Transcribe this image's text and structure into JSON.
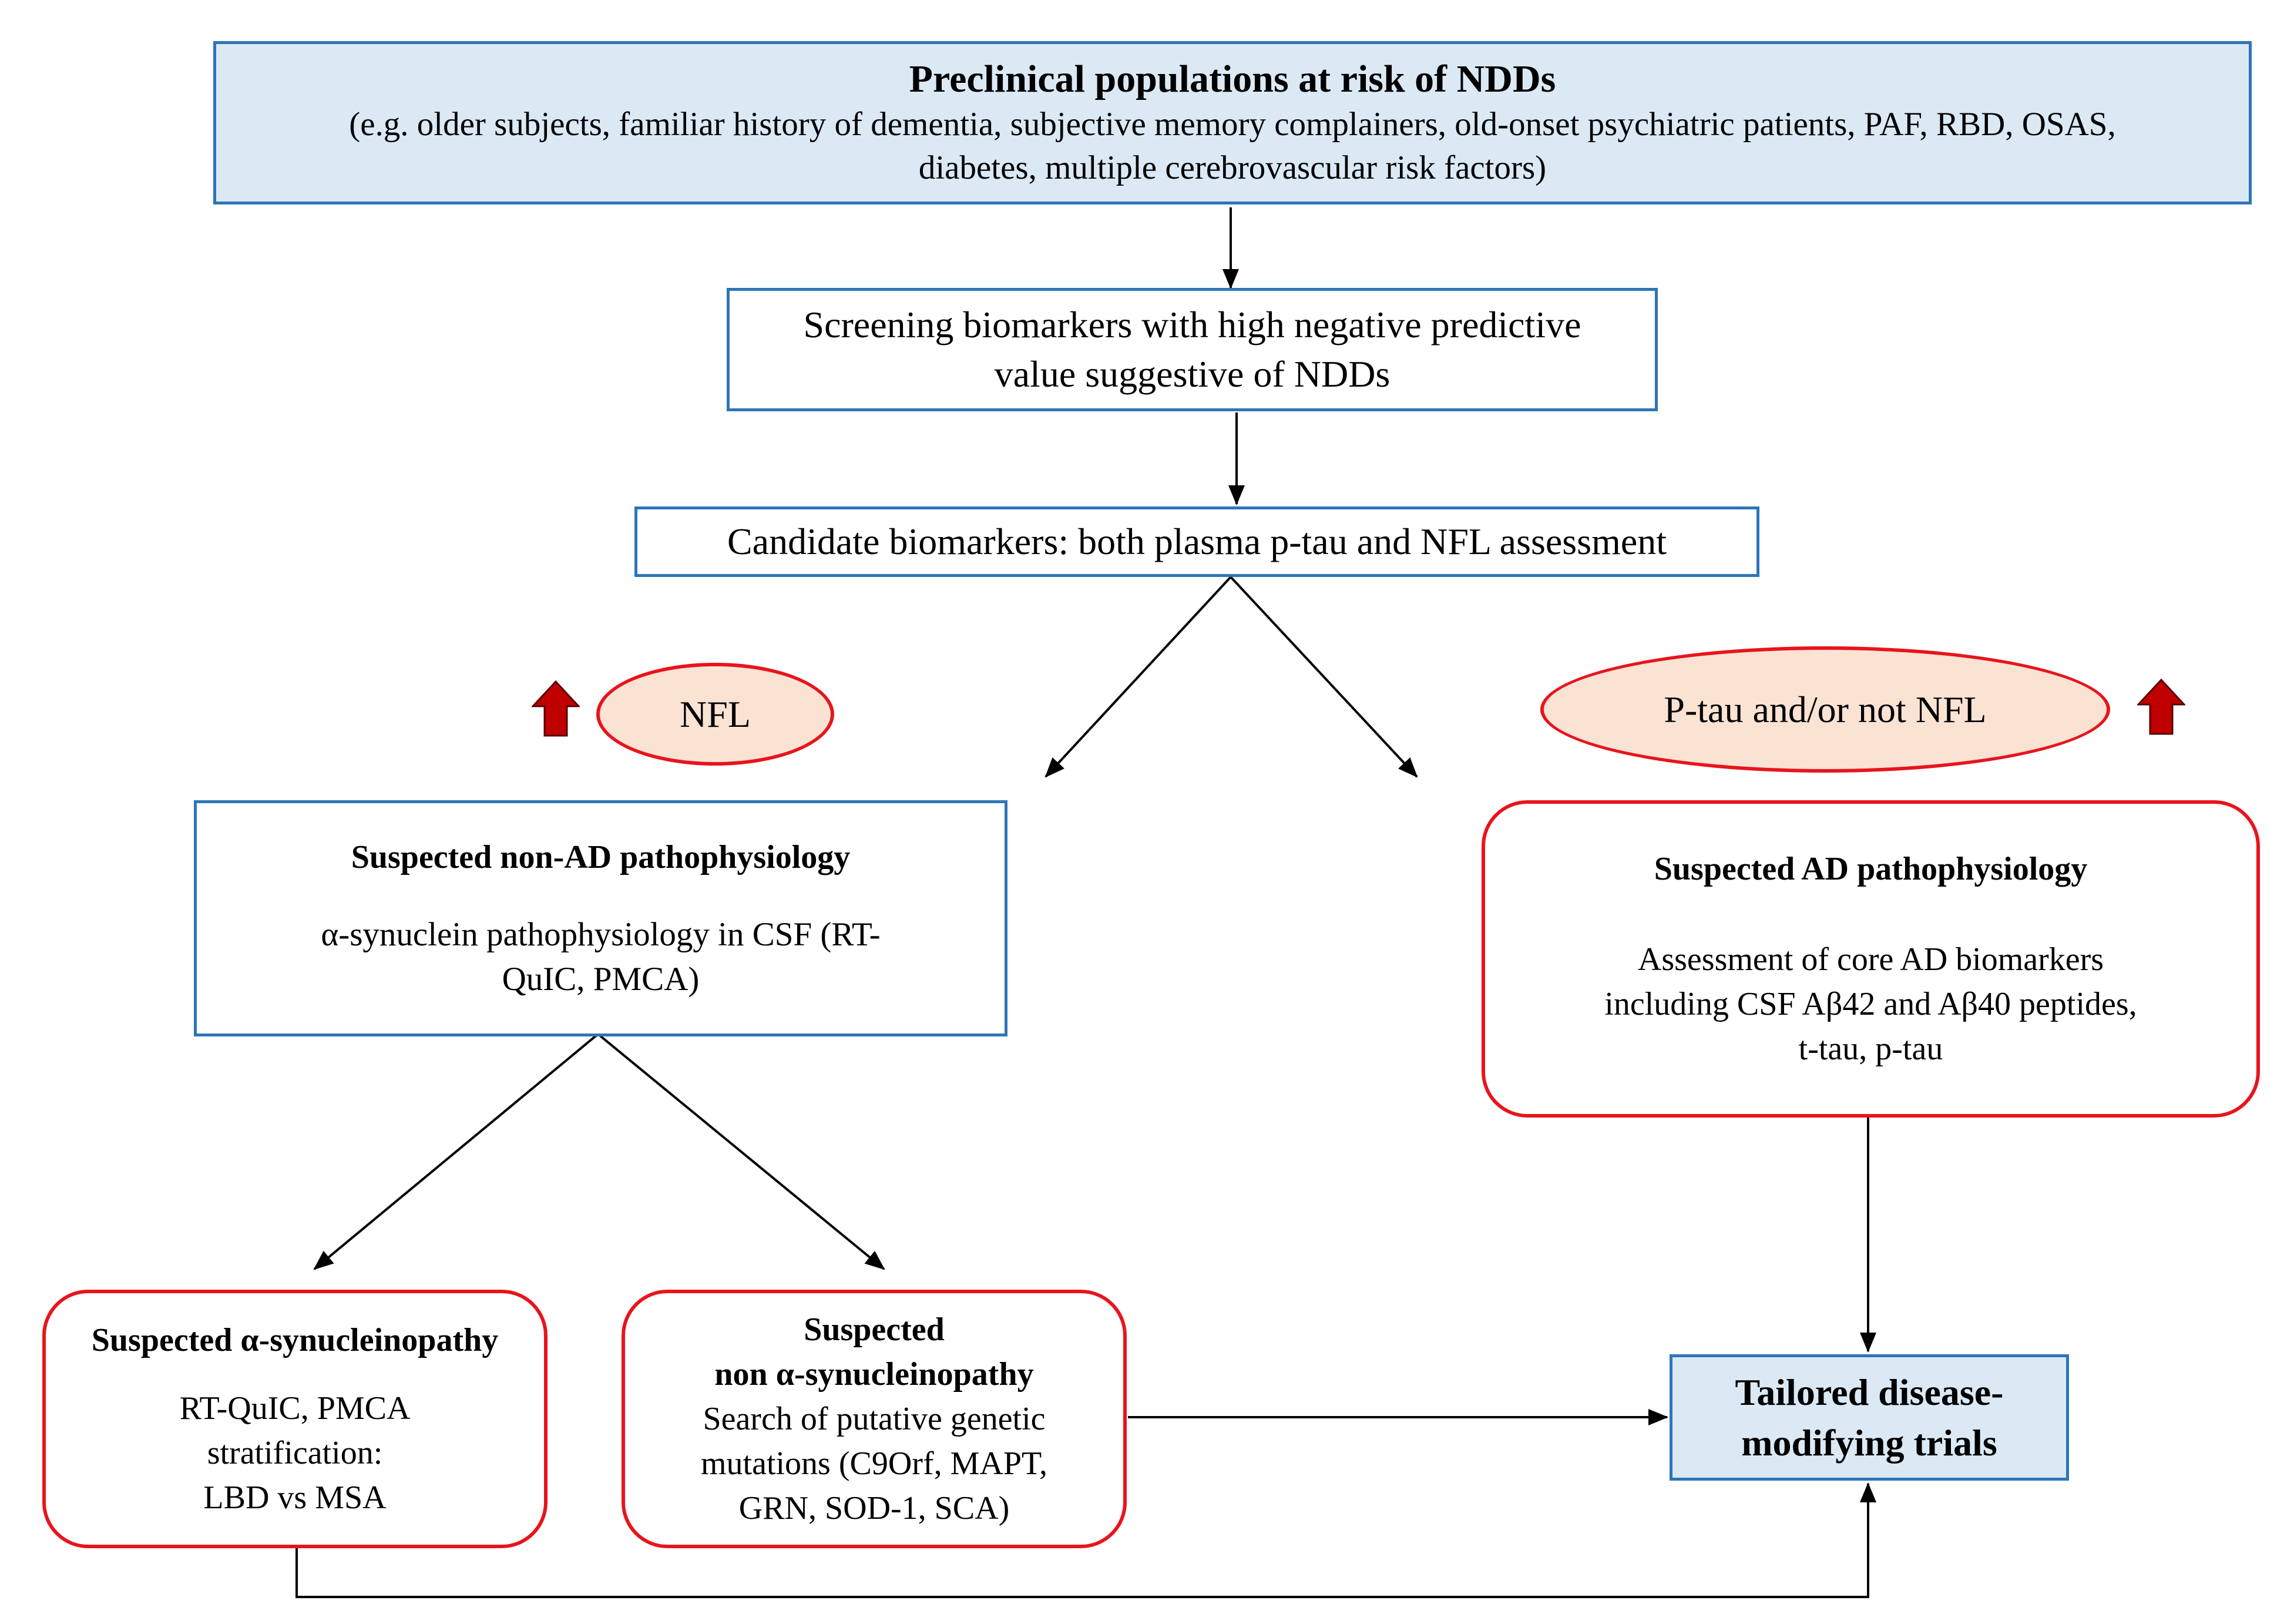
{
  "top_box": {
    "title": "Preclinical populations  at risk of NDDs",
    "line1": "(e.g. older subjects, familiar  history of dementia, subjective memory complainers, old-onset psychiatric patients, PAF, RBD, OSAS,",
    "line2": "diabetes, multiple  cerebrovascular risk factors)"
  },
  "screening_box": {
    "line1": "Screening  biomarkers with high negative predictive",
    "line2": "value suggestive of NDDs"
  },
  "candidate_box": {
    "text": "Candidate  biomarkers:  both plasma  p-tau and NFL assessment"
  },
  "nfl_label": "NFL",
  "ptau_label": "P-tau and/or not NFL",
  "non_ad_box": {
    "title": "Suspected non-AD pathophysiology",
    "line1": "α-synuclein pathophysiology in  CSF (RT-",
    "line2": "QuIC, PMCA)"
  },
  "ad_box": {
    "title": "Suspected AD pathophysiology",
    "line1": "Assessment of core AD biomarkers",
    "line2": "including  CSF Aβ42 and Aβ40 peptides,",
    "line3": "t-tau, p-tau"
  },
  "syn_box": {
    "title": "Suspected α-synucleinopathy",
    "line1": "RT-QuIC, PMCA",
    "line2": "stratification:",
    "line3": "LBD vs MSA"
  },
  "non_syn_box": {
    "title1": "Suspected",
    "title2": "non α-synucleinopathy",
    "line1": "Search of putative genetic",
    "line2": "mutations (C9Orf, MAPT,",
    "line3": "GRN, SOD-1, SCA)"
  },
  "trials_box": {
    "line1": "Tailored  disease-",
    "line2": "modifying  trials"
  },
  "colors": {
    "blue_border": "#2e75b6",
    "blue_fill": "#dbe9f5",
    "red_border": "#e8141c",
    "ellipse_fill": "#fbe3d4",
    "arrow_red": "#c00000"
  }
}
